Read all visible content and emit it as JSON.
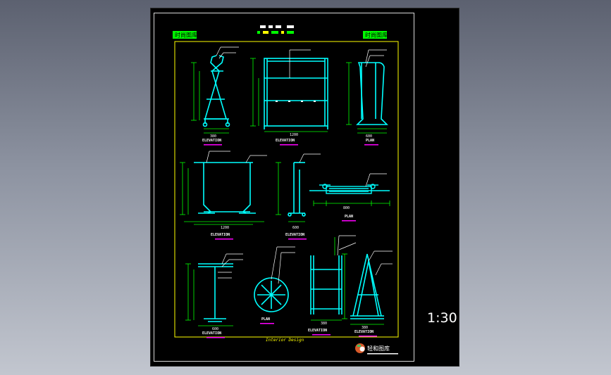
{
  "viewport": {
    "scale": "1:30"
  },
  "drawing": {
    "header_left": "时尚图库",
    "header_right": "时尚图库",
    "footer_caption": "Interior Design",
    "logo_text": "轻和图库",
    "elevation_tag": "ELEVATION",
    "plan_tag": "PLAN",
    "dim_a": "380",
    "dim_b": "1200",
    "dim_c": "800",
    "dim_d": "600"
  },
  "colors": {
    "cad_background": "#000000",
    "cyan": "#00ffff",
    "yellow": "#ffff00",
    "green": "#00ff00",
    "magenta": "#ff00ff",
    "white": "#ffffff",
    "red": "#ff3030"
  }
}
